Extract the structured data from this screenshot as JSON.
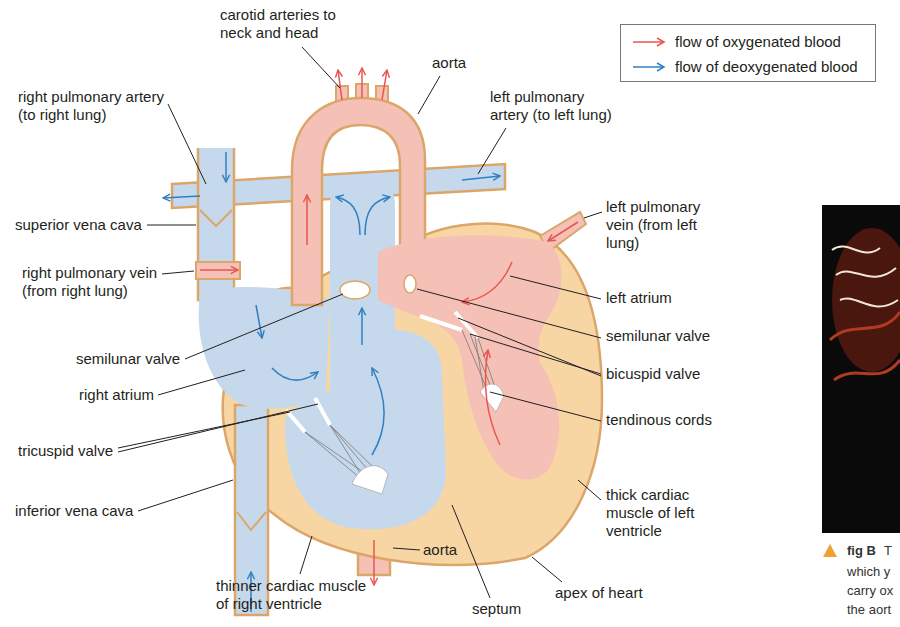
{
  "diagram": {
    "labels": [
      "carotid arteries to neck and head",
      "aorta",
      "right pulmonary artery (to right lung)",
      "left pulmonary artery (to left lung)",
      "superior vena cava",
      "left pulmonary vein (from left lung)",
      "right pulmonary vein (from right lung)",
      "left atrium",
      "semilunar valve",
      "semilunar valve",
      "bicuspid valve",
      "right atrium",
      "tendinous cords",
      "tricuspid valve",
      "thick cardiac muscle of left ventricle",
      "inferior vena cava",
      "aorta",
      "thinner cardiac muscle of right ventricle",
      "apex of heart",
      "septum",
      "fig B",
      "T",
      "which y",
      "carry ox",
      "the aort"
    ],
    "legend": [
      {
        "text": "flow of oxygenated blood"
      },
      {
        "text": "flow of deoxygenated blood"
      }
    ]
  }
}
